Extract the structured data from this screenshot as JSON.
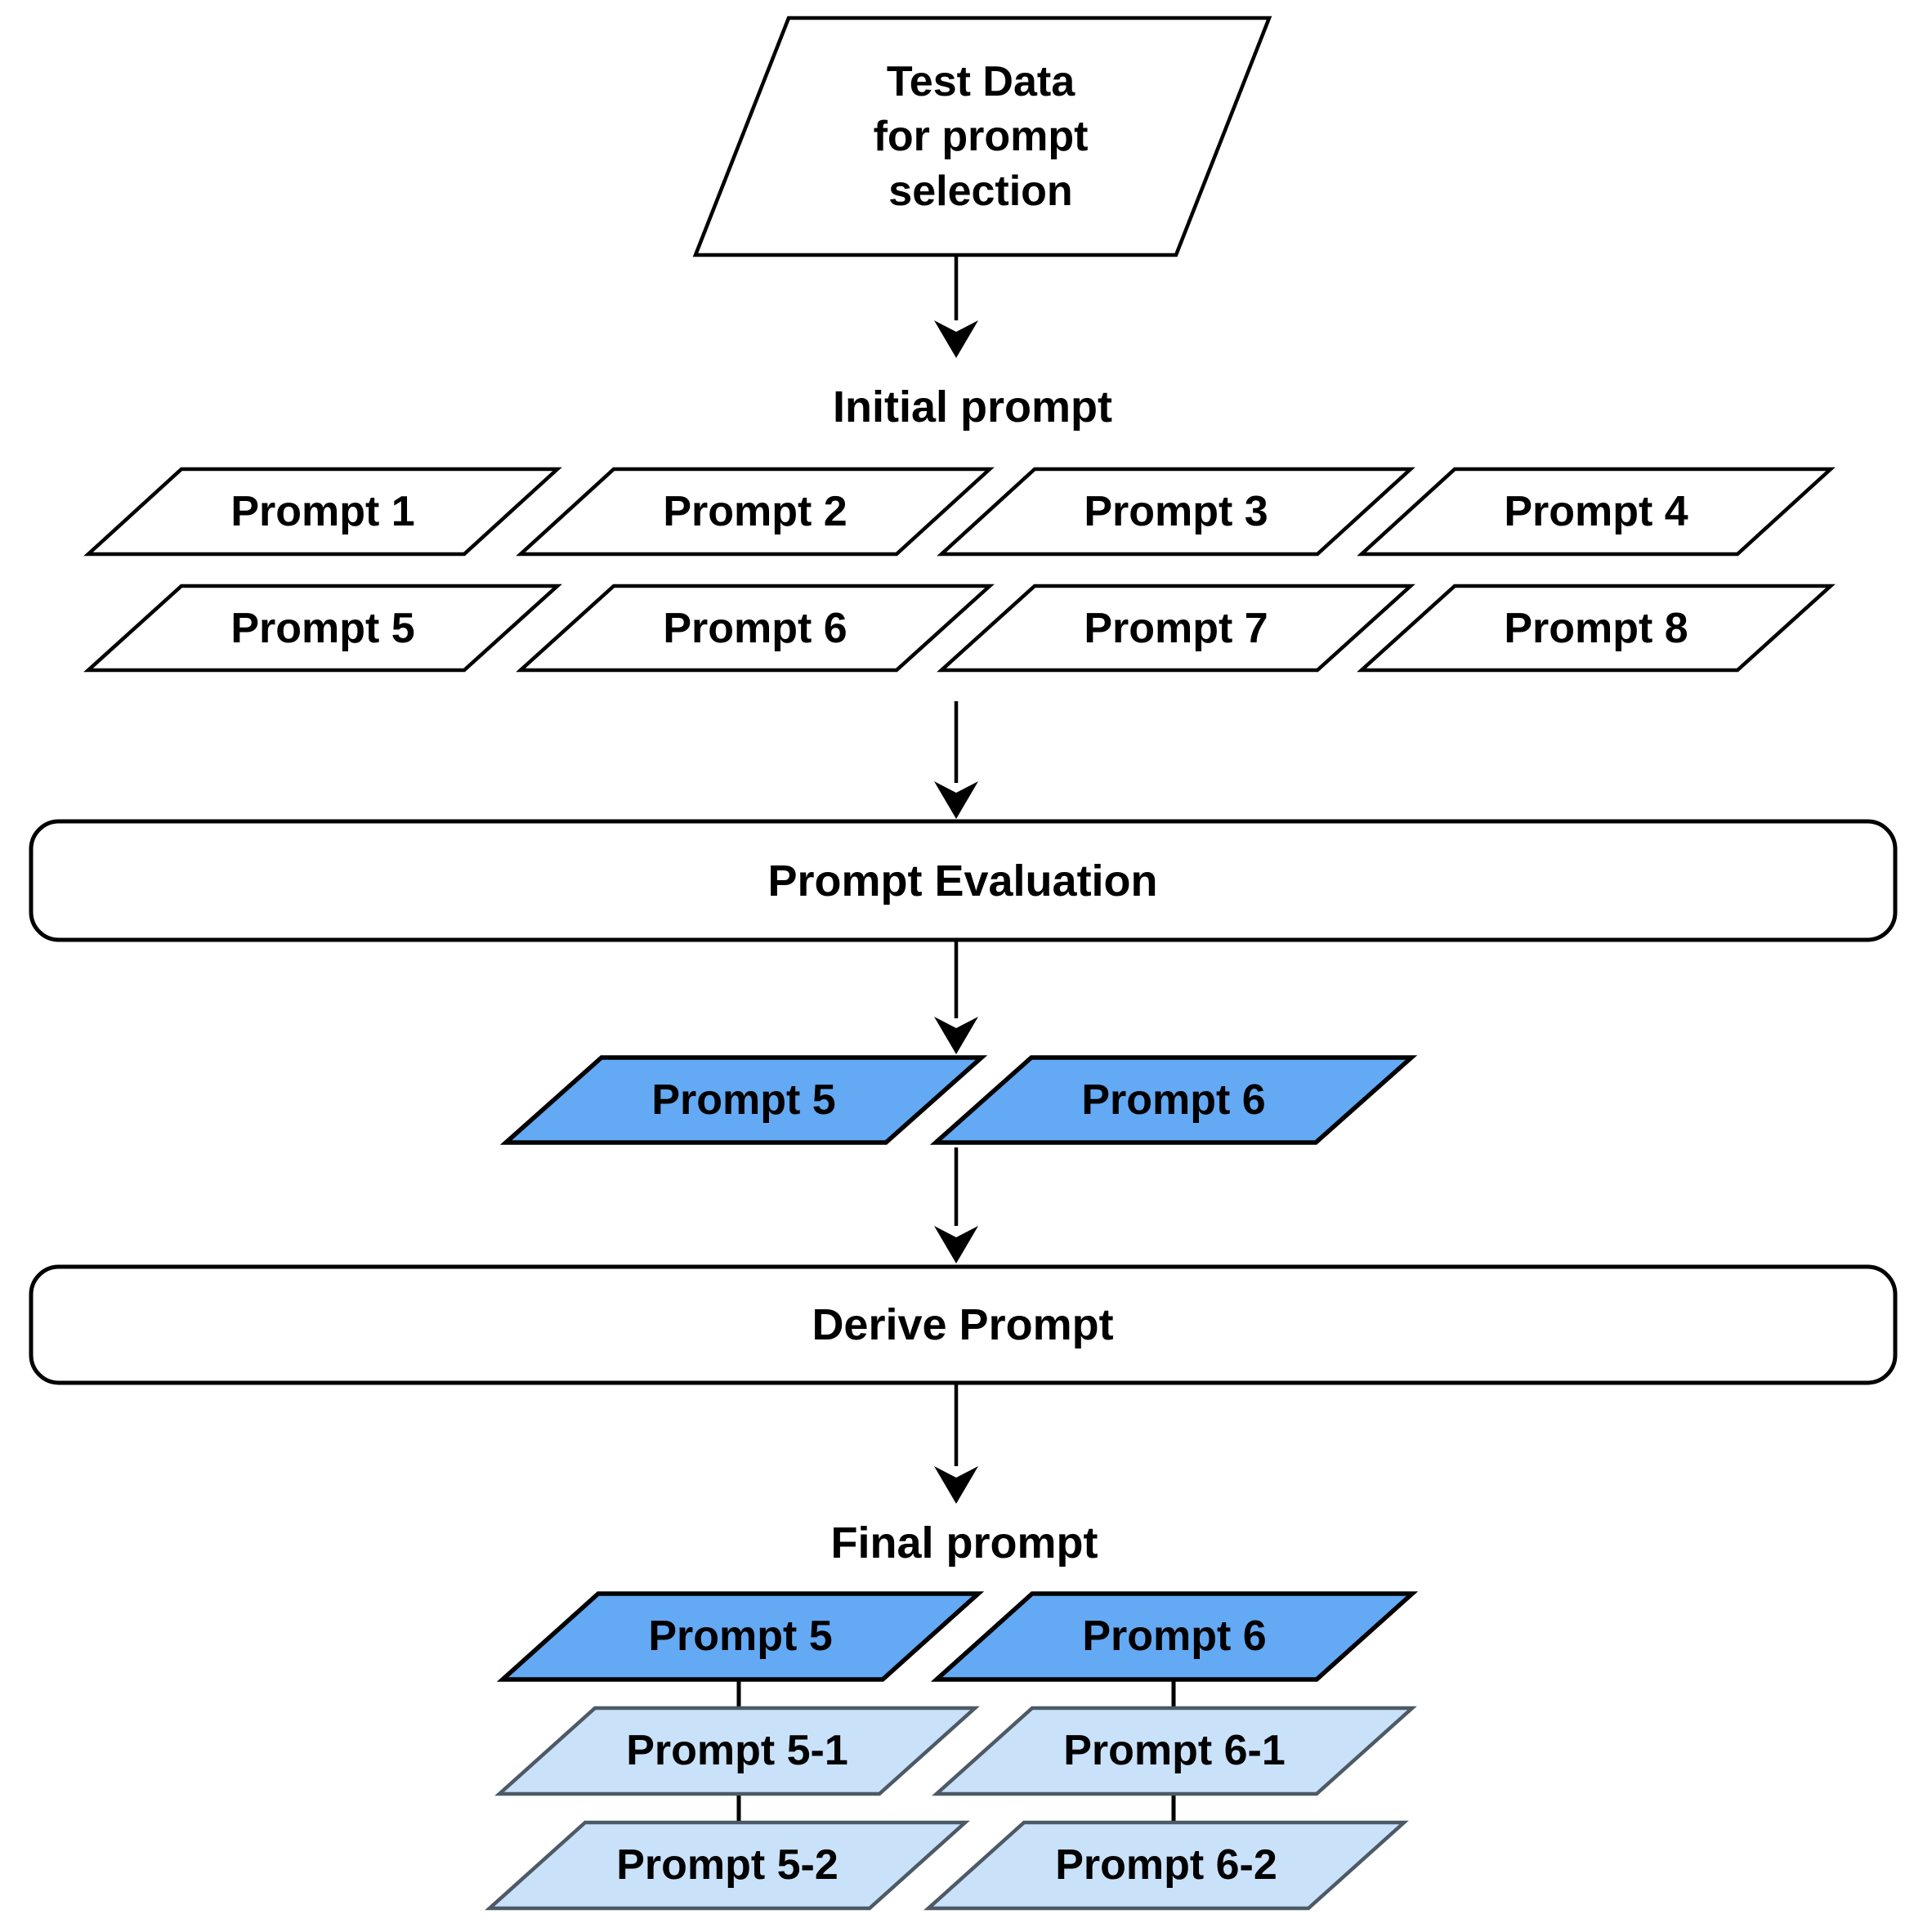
{
  "colors": {
    "background": "#ffffff",
    "shape_fill": "#ffffff",
    "shape_border": "#000000",
    "selected_blue": "#64a9f4",
    "derived_light_blue": "#c9e2fa",
    "derived_border": "#4d5a66",
    "text": "#000000"
  },
  "nodes": {
    "test_data": {
      "lines": [
        "Test Data",
        "for prompt",
        "selection"
      ]
    },
    "initial_label": "Initial prompt",
    "initial_row1": [
      "Prompt 1",
      "Prompt 2",
      "Prompt 3",
      "Prompt 4"
    ],
    "initial_row2": [
      "Prompt 5",
      "Prompt 6",
      "Prompt 7",
      "Prompt 8"
    ],
    "evaluation": "Prompt Evaluation",
    "selected": [
      "Prompt 5",
      "Prompt 6"
    ],
    "derive": "Derive Prompt",
    "final_label": "Final prompt",
    "final_tree": [
      {
        "root": "Prompt 5",
        "children": [
          "Prompt 5-1",
          "Prompt 5-2"
        ]
      },
      {
        "root": "Prompt 6",
        "children": [
          "Prompt 6-1",
          "Prompt 6-2"
        ]
      }
    ]
  }
}
